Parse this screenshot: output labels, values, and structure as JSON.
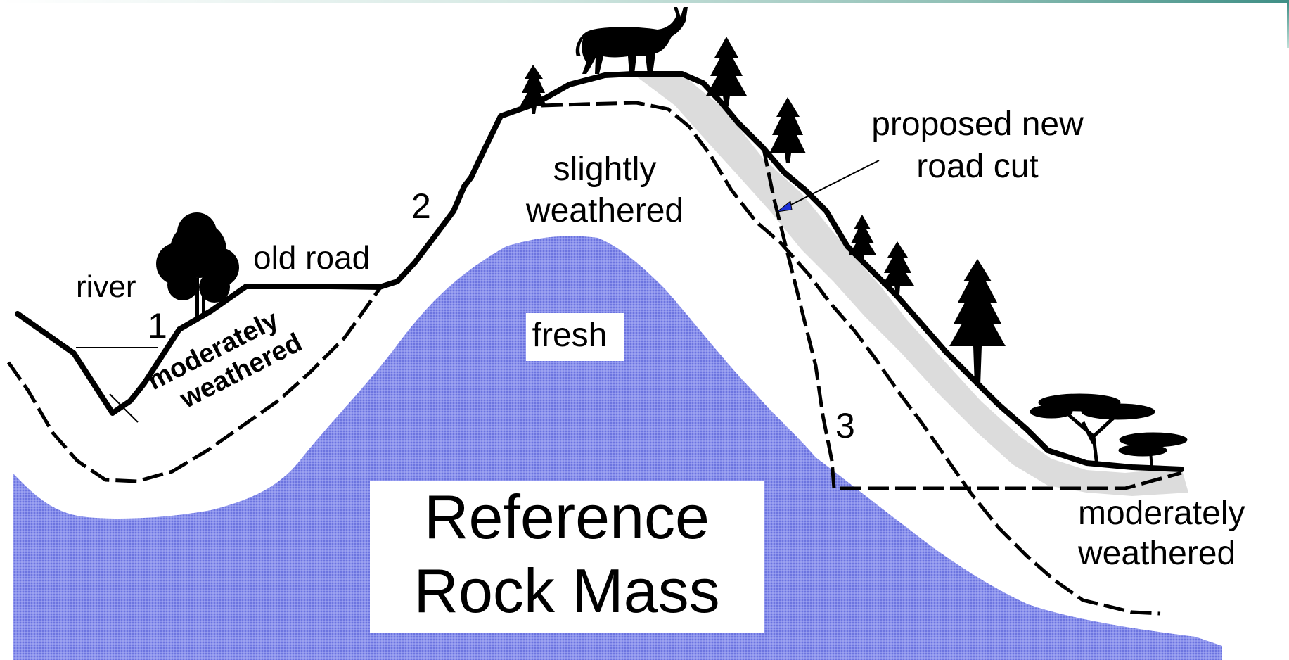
{
  "labels": {
    "river": "river",
    "point_1": "1",
    "point_2": "2",
    "point_3": "3",
    "old_road": "old road",
    "moderately_weathered_left_line1": "moderately",
    "moderately_weathered_left_line2": "weathered",
    "slightly_weathered_line1": "slightly",
    "slightly_weathered_line2": "weathered",
    "fresh": "fresh",
    "proposed_cut_line1": "proposed new",
    "proposed_cut_line2": "road cut",
    "moderately_weathered_right_line1": "moderately",
    "moderately_weathered_right_line2": "weathered",
    "reference_line1": "Reference",
    "reference_line2": "Rock Mass"
  },
  "colors": {
    "fresh_rock": "#7b83e6",
    "shadow": "#dcdcdc",
    "ground_line": "#000000",
    "arrow_head": "#1b2fd6"
  },
  "icons": [
    "ox-icon",
    "conifer-tree-icon",
    "broadleaf-tree-icon",
    "acacia-tree-icon"
  ]
}
